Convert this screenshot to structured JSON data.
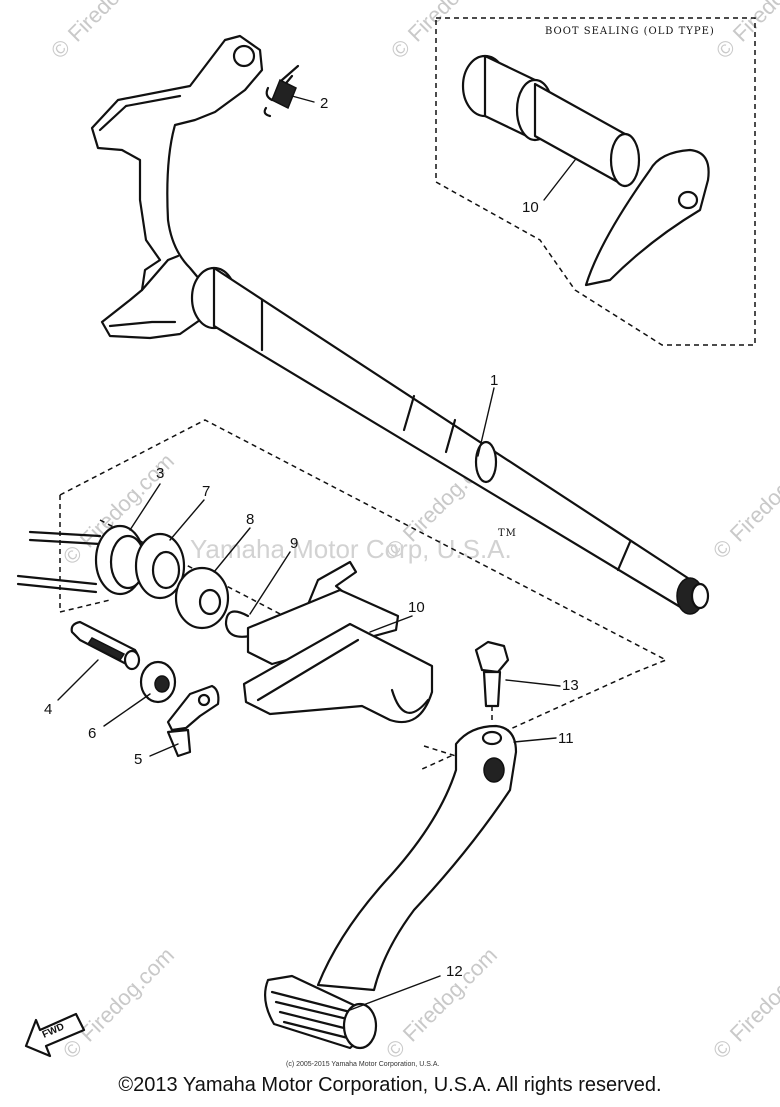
{
  "box_title": "BOOT SEALING (OLD TYPE)",
  "callouts": {
    "c1": "1",
    "c2": "2",
    "c3": "3",
    "c4": "4",
    "c5": "5",
    "c6": "6",
    "c7": "7",
    "c8": "8",
    "c9": "9",
    "c10_box": "10",
    "c10": "10",
    "c11": "11",
    "c12": "12",
    "c13": "13"
  },
  "watermark": {
    "firedog": "Firedog.com",
    "symbol": "©",
    "trademark": "Yamaha Motor Corp, U.S.A.",
    "tm": "TM"
  },
  "fwd_label": "FWD",
  "small_copyright": "(c) 2005-2015 Yamaha Motor Corporation, U.S.A.",
  "copyright": "©2013 Yamaha Motor Corporation, U.S.A. All rights reserved."
}
